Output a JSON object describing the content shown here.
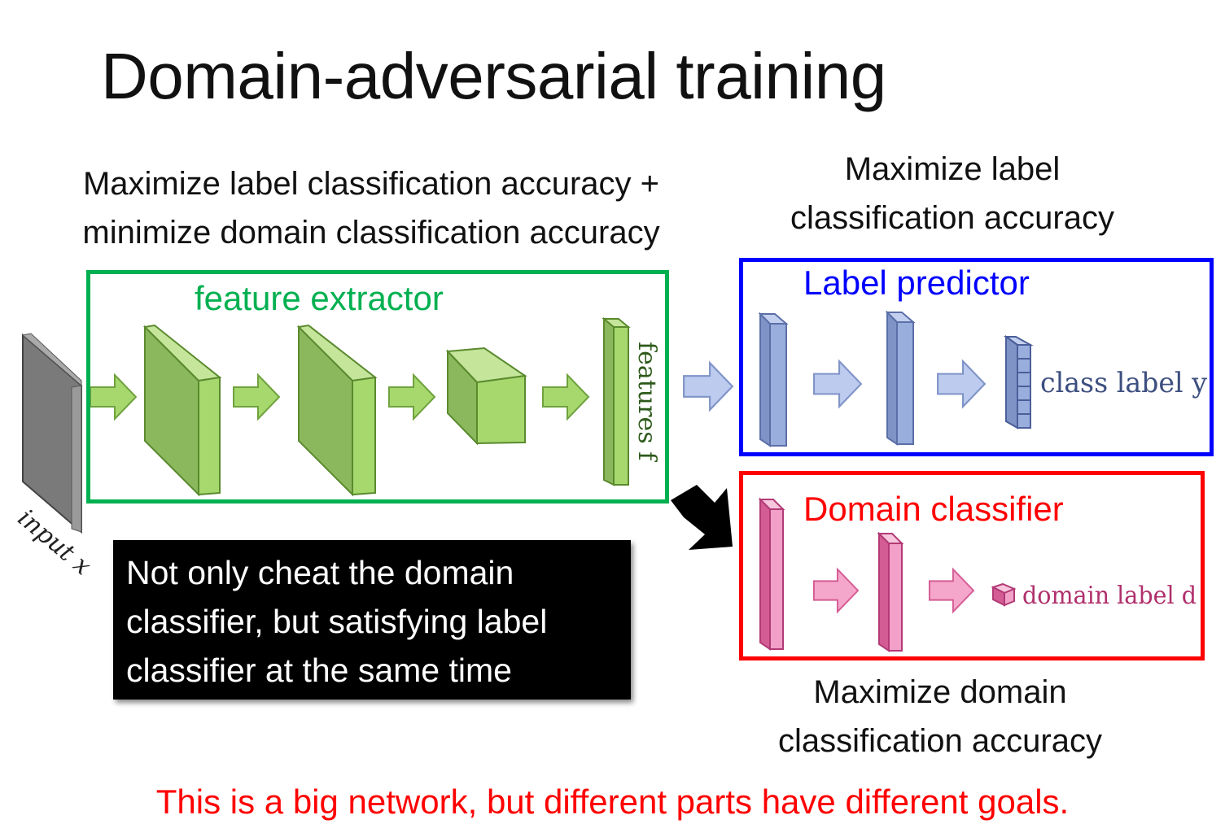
{
  "slide": {
    "title": "Domain-adversarial training",
    "left_objective": [
      "Maximize label classification accuracy +",
      "minimize domain classification accuracy"
    ],
    "right_top_objective": [
      "Maximize label",
      "classification accuracy"
    ],
    "right_bottom_objective": [
      "Maximize domain",
      "classification accuracy"
    ],
    "footer": "This is a big network, but different parts have different goals."
  },
  "diagram": {
    "input_label": "input x",
    "feature_extractor": {
      "title": "feature extractor",
      "output_label": "features f"
    },
    "label_predictor": {
      "title": "Label predictor",
      "output_label": "class label y"
    },
    "domain_classifier": {
      "title": "Domain classifier",
      "output_label": "domain label d"
    }
  },
  "callout": {
    "lines": [
      "Not only cheat the domain",
      "classifier, but satisfying label",
      "classifier at the same time"
    ]
  },
  "colors": {
    "feature_extractor_border": "#00b050",
    "label_predictor_border": "#0000ff",
    "domain_classifier_border": "#ff0000",
    "footer_text": "#ff0000",
    "feature_fill": "#a6d86e",
    "label_fill": "#9aaedd",
    "domain_fill": "#f2a0c8"
  }
}
